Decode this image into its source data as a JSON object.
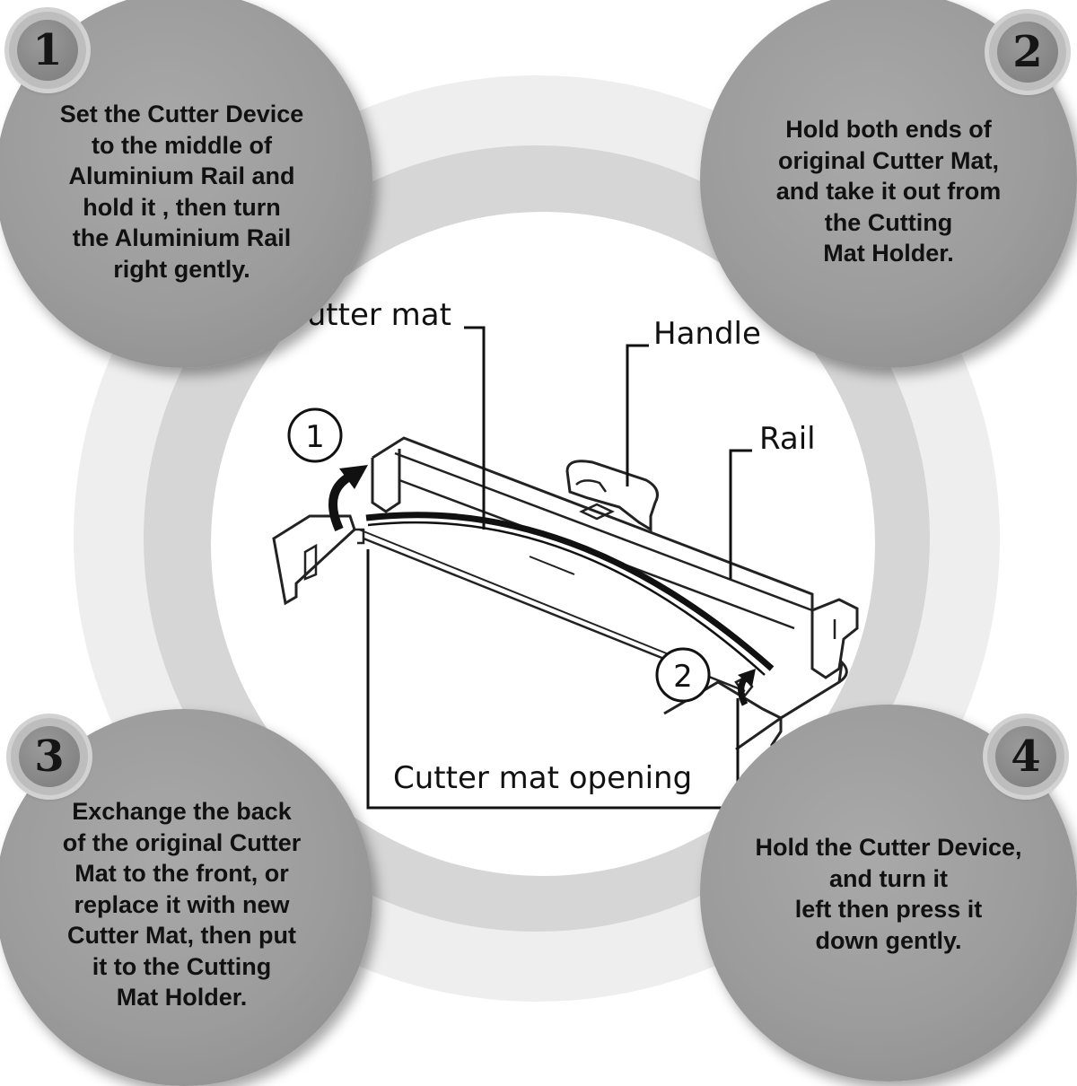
{
  "steps": [
    {
      "number": "1",
      "text": "Set the Cutter Device\nto the middle of\nAluminium Rail and\nhold it , then turn\nthe Aluminium Rail\nright gently."
    },
    {
      "number": "2",
      "text": "Hold both ends of\noriginal Cutter Mat,\nand take it out from\nthe Cutting\nMat Holder."
    },
    {
      "number": "3",
      "text": "Exchange the back\nof the original Cutter\nMat to the front, or\nreplace it with new\nCutter Mat, then put\nit to the Cutting\nMat Holder."
    },
    {
      "number": "4",
      "text": "Hold the Cutter Device,\nand turn it\nleft then press it\ndown gently."
    }
  ],
  "diagram": {
    "labels": {
      "cutter_mat": "Cutter mat",
      "handle": "Handle",
      "rail": "Rail",
      "cutter_mat_opening": "Cutter mat opening"
    },
    "markers": {
      "first": "1",
      "second": "2"
    }
  },
  "colors": {
    "step_circle": "#9c9c9c",
    "badge": "#7b7b7b",
    "ring_outer": "#eeeeee",
    "ring_mid": "#d6d6d6",
    "center": "#ffffff"
  }
}
